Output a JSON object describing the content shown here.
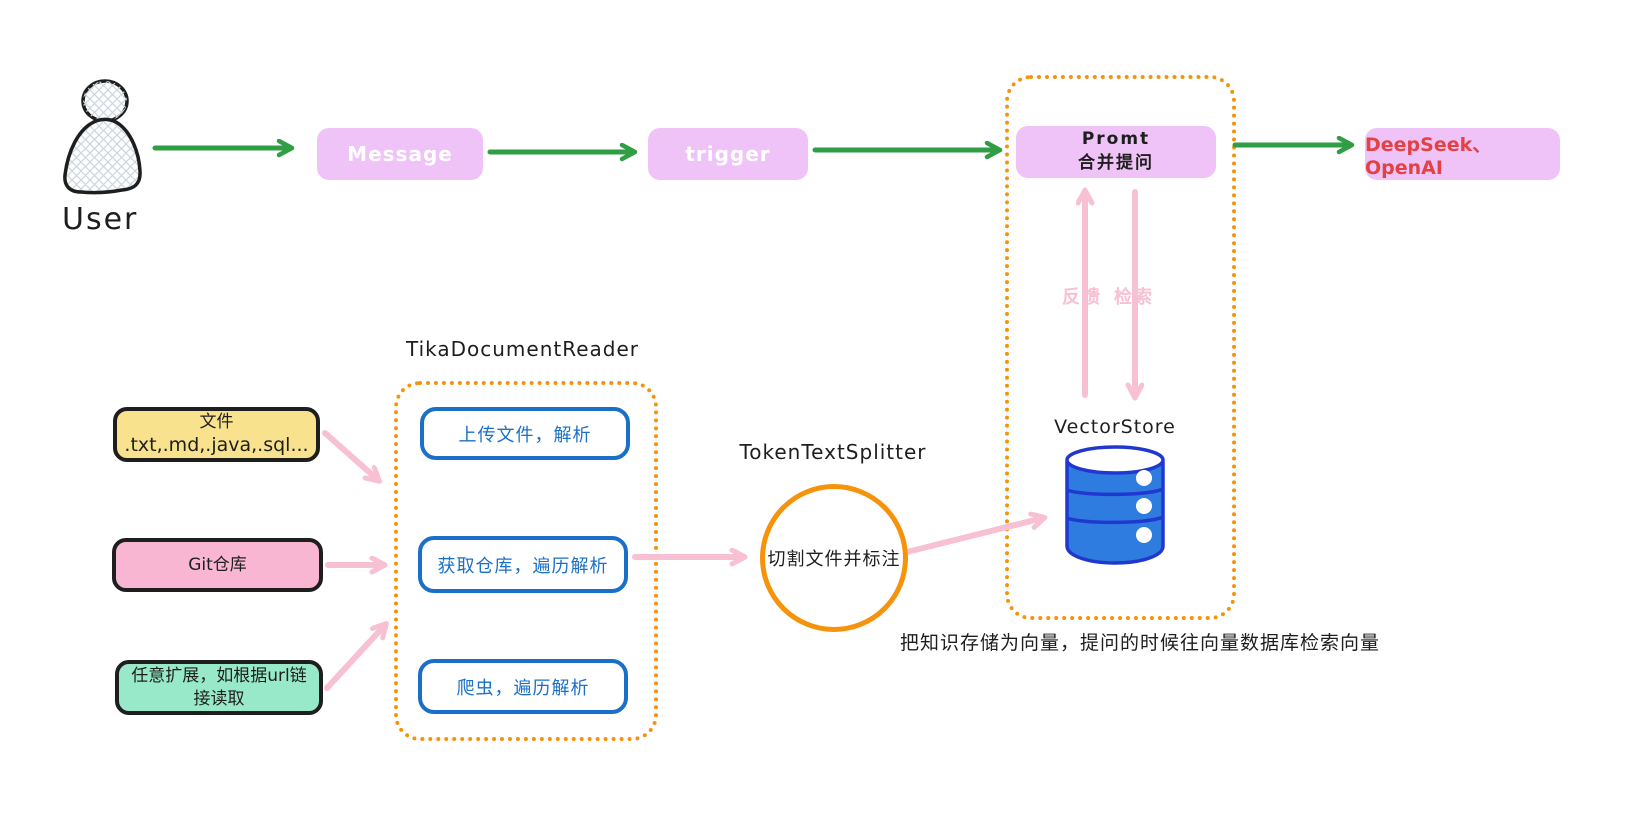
{
  "user": {
    "label": "User"
  },
  "flow": {
    "message": "Message",
    "trigger": "trigger",
    "promt_line1": "Promt",
    "promt_line2": "合并提问",
    "llm": "DeepSeek、OpenAI"
  },
  "rag": {
    "feedback": "反馈",
    "retrieval": "检索",
    "vector_store": "VectorStore",
    "caption": "把知识存储为向量，提问的时候往向量数据库检索向量"
  },
  "tika": {
    "title": "TikaDocumentReader",
    "steps": [
      "上传文件，解析",
      "获取仓库，遍历解析",
      "爬虫，遍历解析"
    ]
  },
  "sources": {
    "file": {
      "line1": "文件",
      "line2": ".txt,.md,.java,.sql..."
    },
    "git": {
      "label": "Git仓库"
    },
    "extend": {
      "label": "任意扩展，如根据url链接读取"
    }
  },
  "splitter": {
    "title": "TokenTextSplitter",
    "label": "切割文件并标注"
  },
  "colors": {
    "arrow_green": "#2f9e44",
    "arrow_pink": "#f8c0d3",
    "frame_orange": "#f6930c",
    "step_blue": "#1a70c7",
    "box_purple": "#efc3f8",
    "box_yellow": "#f8e28d",
    "box_pink": "#f9b6d2",
    "box_green": "#97e9ca",
    "llm_text_red": "#e34242",
    "db_fill": "#2e7ce0",
    "db_stroke": "#2038cf"
  }
}
